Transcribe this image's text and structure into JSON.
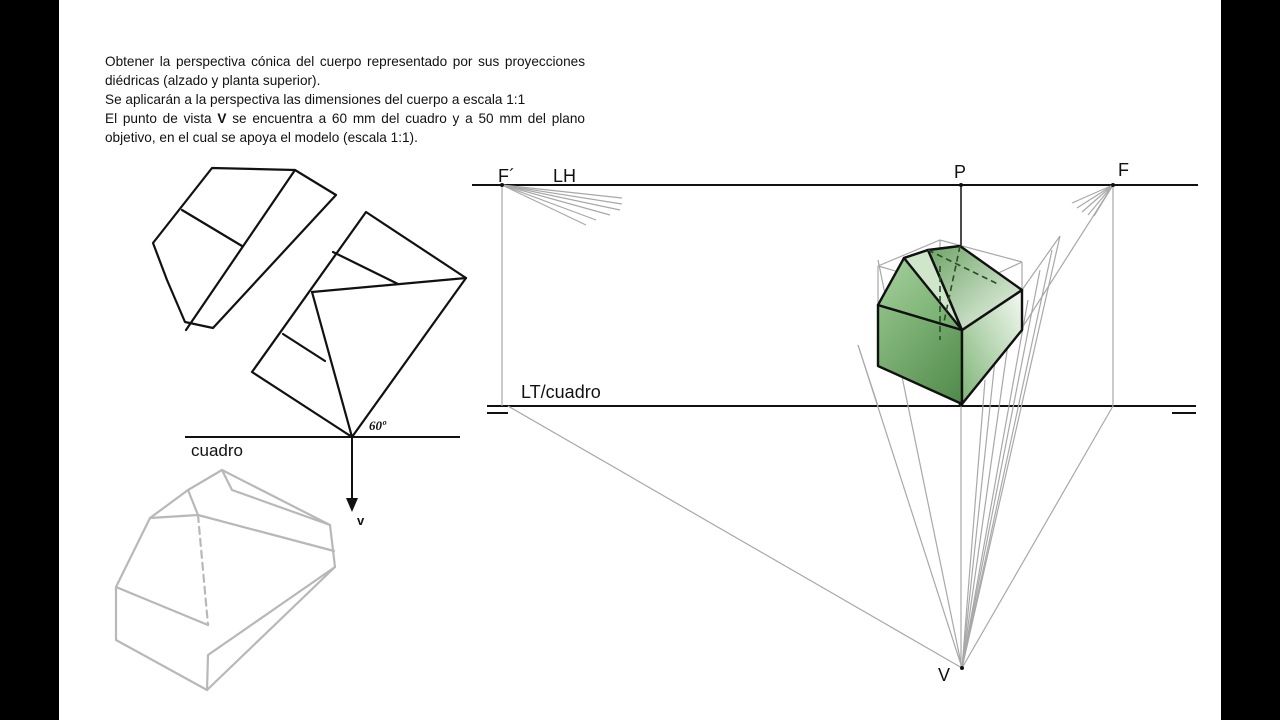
{
  "statement": {
    "line1": "Obtener la perspectiva cónica del cuerpo representado por sus proyecciones diédricas (alzado y planta superior).",
    "line2": "Se aplicarán a la perspectiva las dimensiones del cuerpo a escala 1:1",
    "line3_pre": "El punto de vista ",
    "line3_bold": "V",
    "line3_post": " se encuentra a 60 mm del cuadro y a 50 mm del plano objetivo, en el cual se apoya el modelo (escala 1:1)."
  },
  "labels": {
    "angle": "60º",
    "cuadro": "cuadro",
    "v_small": "v",
    "f_prime": "F´",
    "lh": "LH",
    "p": "P",
    "f": "F",
    "lt": "LT/cuadro",
    "v_big": "V"
  },
  "colors": {
    "ink": "#111111",
    "construction": "#a8a8a8",
    "sketch": "#b8b8b8",
    "fill_light": "#d9ead6",
    "fill_mid": "#9ec895",
    "fill_dark": "#5f9a58"
  }
}
